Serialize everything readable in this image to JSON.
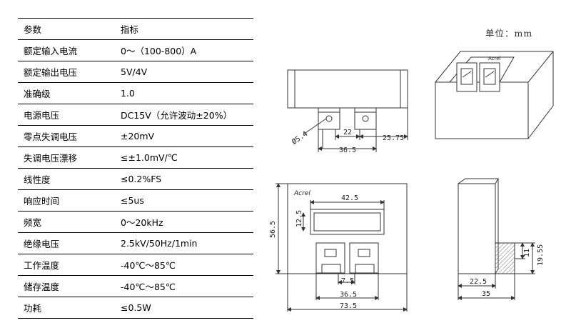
{
  "table": {
    "header": {
      "param": "参数",
      "spec": "指标"
    },
    "rows": [
      {
        "param": "额定输入电流",
        "value": "0～（100-800）A"
      },
      {
        "param": "额定输出电压",
        "value": "5V/4V"
      },
      {
        "param": "准确级",
        "value": "1.0"
      },
      {
        "param": "电源电压",
        "value": "DC15V（允许波动±20%）"
      },
      {
        "param": "零点失调电压",
        "value": "±20mV"
      },
      {
        "param": "失调电压漂移",
        "value": "≤±1.0mV/℃"
      },
      {
        "param": "线性度",
        "value": "≤0.2%FS"
      },
      {
        "param": "响应时间",
        "value": "≤5us"
      },
      {
        "param": "频宽",
        "value": "0～20kHz"
      },
      {
        "param": "绝缘电压",
        "value": "2.5kV/50Hz/1min"
      },
      {
        "param": "工作温度",
        "value": "-40℃～85℃"
      },
      {
        "param": "储存温度",
        "value": "-40℃～85℃"
      },
      {
        "param": "功耗",
        "value": "≤0.5W"
      }
    ]
  },
  "unit_label": "单位：mm",
  "brand_label": "Acrel",
  "dimensions": {
    "hole_dia": "Ø5.4",
    "pin_spacing": "22",
    "pin_offset": "25.75",
    "pin_span": "36.5",
    "window_width": "42.5",
    "window_height": "12.5",
    "body_height": "56.5",
    "pin_gap": "7.5",
    "terminal_span": "36.5",
    "body_width": "73.5",
    "base_thickness": "11",
    "base_height": "19.55",
    "side_depth": "22.5",
    "side_width": "35"
  }
}
